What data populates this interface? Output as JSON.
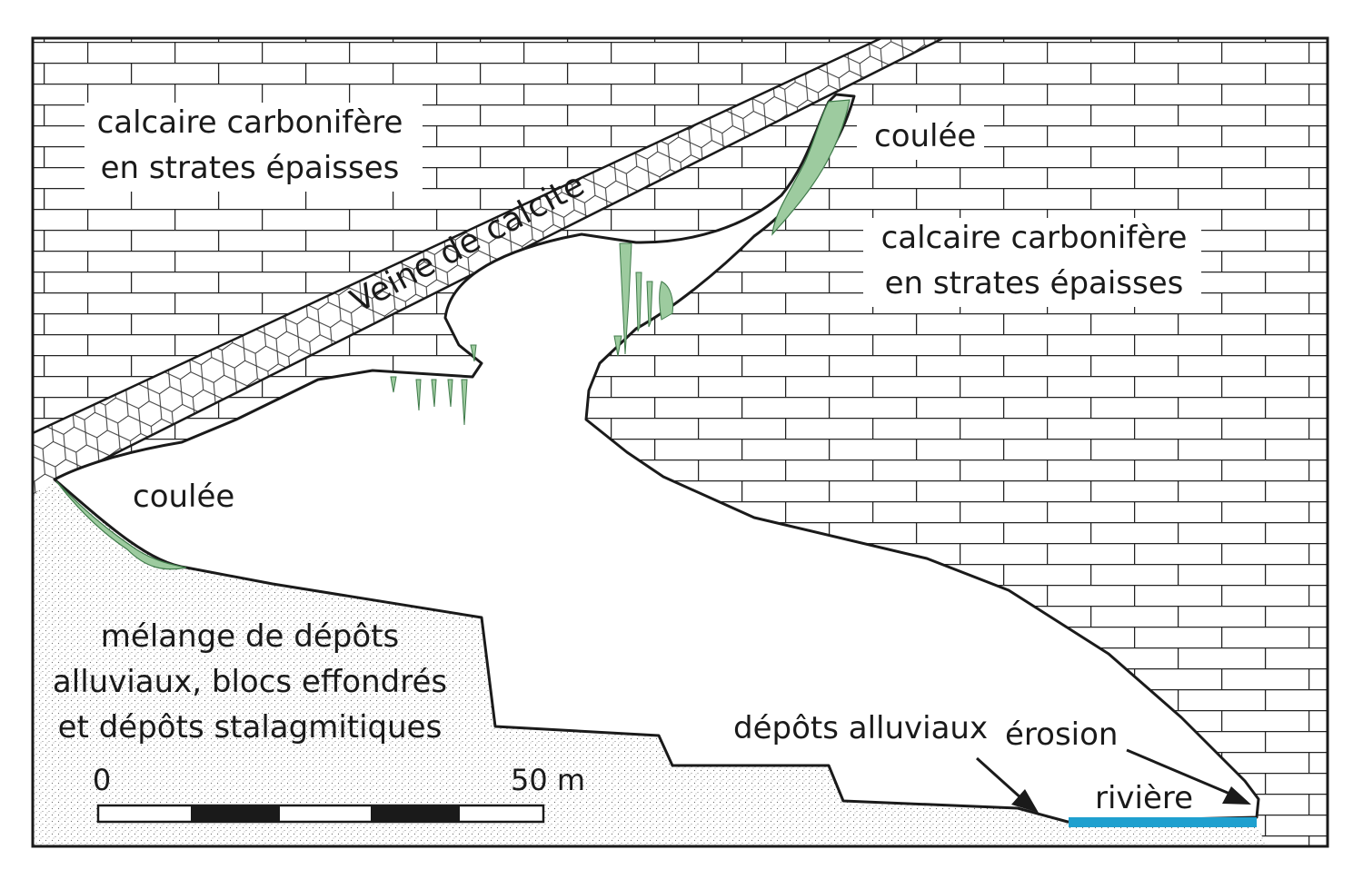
{
  "labels": {
    "calcaire_left_line1": "calcaire carbonifère",
    "calcaire_left_line2": "en strates épaisses",
    "calcaire_right_line1": "calcaire carbonifère",
    "calcaire_right_line2": "en strates épaisses",
    "veine": "Veine de calcite",
    "coulee_top": "coulée",
    "coulee_left": "coulée",
    "melange_line1": "mélange de dépôts",
    "melange_line2": "alluviaux, blocs effondrés",
    "melange_line3": "et dépôts stalagmitiques",
    "depots_alluviaux": "dépôts alluviaux",
    "erosion": "érosion",
    "riviere": "rivière"
  },
  "scale": {
    "start_label": "0",
    "end_label": "50 m"
  },
  "colors": {
    "flowstone": "#9dcb9f",
    "flowstone_edge": "#3f7a4a",
    "river": "#1fa0cf",
    "outline": "#1a1a1a",
    "sediment_dot": "#6a6a6a",
    "limestone_line": "#222222"
  }
}
